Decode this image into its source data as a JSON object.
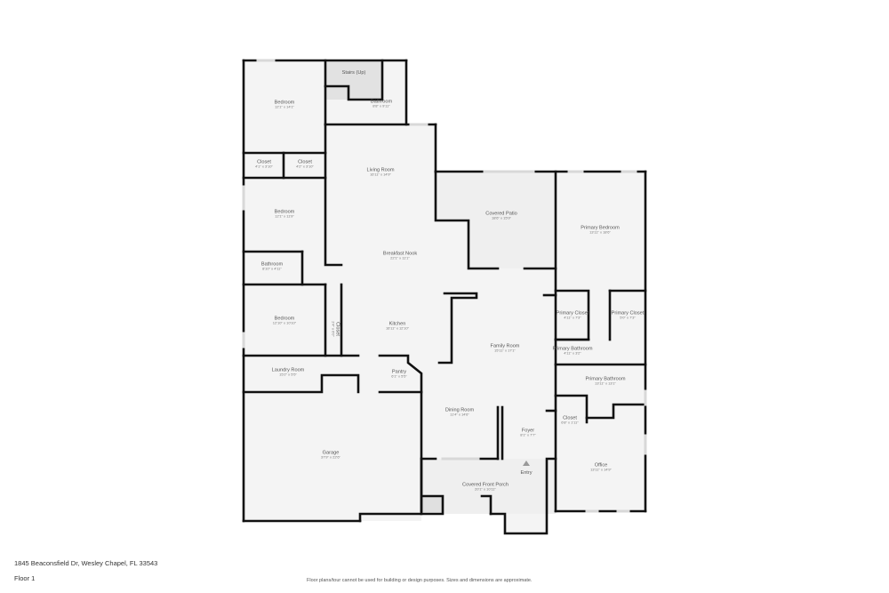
{
  "plan": {
    "colors": {
      "floor": "#f4f4f4",
      "wall": "#111111",
      "stairs": "#e2e2e2",
      "window": "#d8d8d8",
      "patio": "#efefef"
    },
    "rooms": [
      {
        "name": "Stairs (Up)",
        "dims": ""
      },
      {
        "name": "Bedroom",
        "dims": "12'1\" x 14'1\""
      },
      {
        "name": "Bathroom",
        "dims": "8'8\" x 9'11\""
      },
      {
        "name": "Closet",
        "dims": "4'1\" x 3'10\""
      },
      {
        "name": "Closet",
        "dims": "4'2\" x 3'10\""
      },
      {
        "name": "Living Room",
        "dims": "16'11\" x 14'9\""
      },
      {
        "name": "Bedroom",
        "dims": "12'1\" x 11'9\""
      },
      {
        "name": "Covered Patio",
        "dims": "18'6\" x 15'9\""
      },
      {
        "name": "Primary Bedroom",
        "dims": "13'11\" x 18'6\""
      },
      {
        "name": "Bathroom",
        "dims": "8'10\" x 4'11\""
      },
      {
        "name": "Breakfast Nook",
        "dims": "22'1\" x 11'1\""
      },
      {
        "name": "Primary Closet",
        "dims": "4'11\" x 7'3\""
      },
      {
        "name": "Primary Closet",
        "dims": "5'0\" x 7'3\""
      },
      {
        "name": "Bedroom",
        "dims": "12'10\" x 10'10\""
      },
      {
        "name": "Closet",
        "dims": "2'4\" x 6'0\""
      },
      {
        "name": "Kitchen",
        "dims": "16'11\" x 12'10\""
      },
      {
        "name": "Family Room",
        "dims": "15'11\" x 17'1\""
      },
      {
        "name": "Primary Bathroom",
        "dims": "4'11\" x 3'2\""
      },
      {
        "name": "Laundry Room",
        "dims": "15'2\" x 5'5\""
      },
      {
        "name": "Pantry",
        "dims": "6'1\" x 5'5\""
      },
      {
        "name": "Primary Bathroom",
        "dims": "13'11\" x 13'1\""
      },
      {
        "name": "Closet",
        "dims": "6'8\" x 1'11\""
      },
      {
        "name": "Dining Room",
        "dims": "11'4\" x 14'6\""
      },
      {
        "name": "Foyer",
        "dims": "8'1\" x 7'7\""
      },
      {
        "name": "Garage",
        "dims": "37'9\" x 22'6\""
      },
      {
        "name": "Office",
        "dims": "13'11\" x 14'9\""
      },
      {
        "name": "Entry",
        "dims": ""
      },
      {
        "name": "Covered Front Porch",
        "dims": "20'1\" x 10'11\""
      }
    ],
    "entry_icon": "triangle-up-icon"
  },
  "footer": {
    "address": "1845 Beaconsfield Dr, Wesley Chapel, FL 33543",
    "floor": "Floor 1",
    "disclaimer": "Floor plans/tour cannot be used for building or design purposes. Sizes and dimensions are approximate."
  }
}
